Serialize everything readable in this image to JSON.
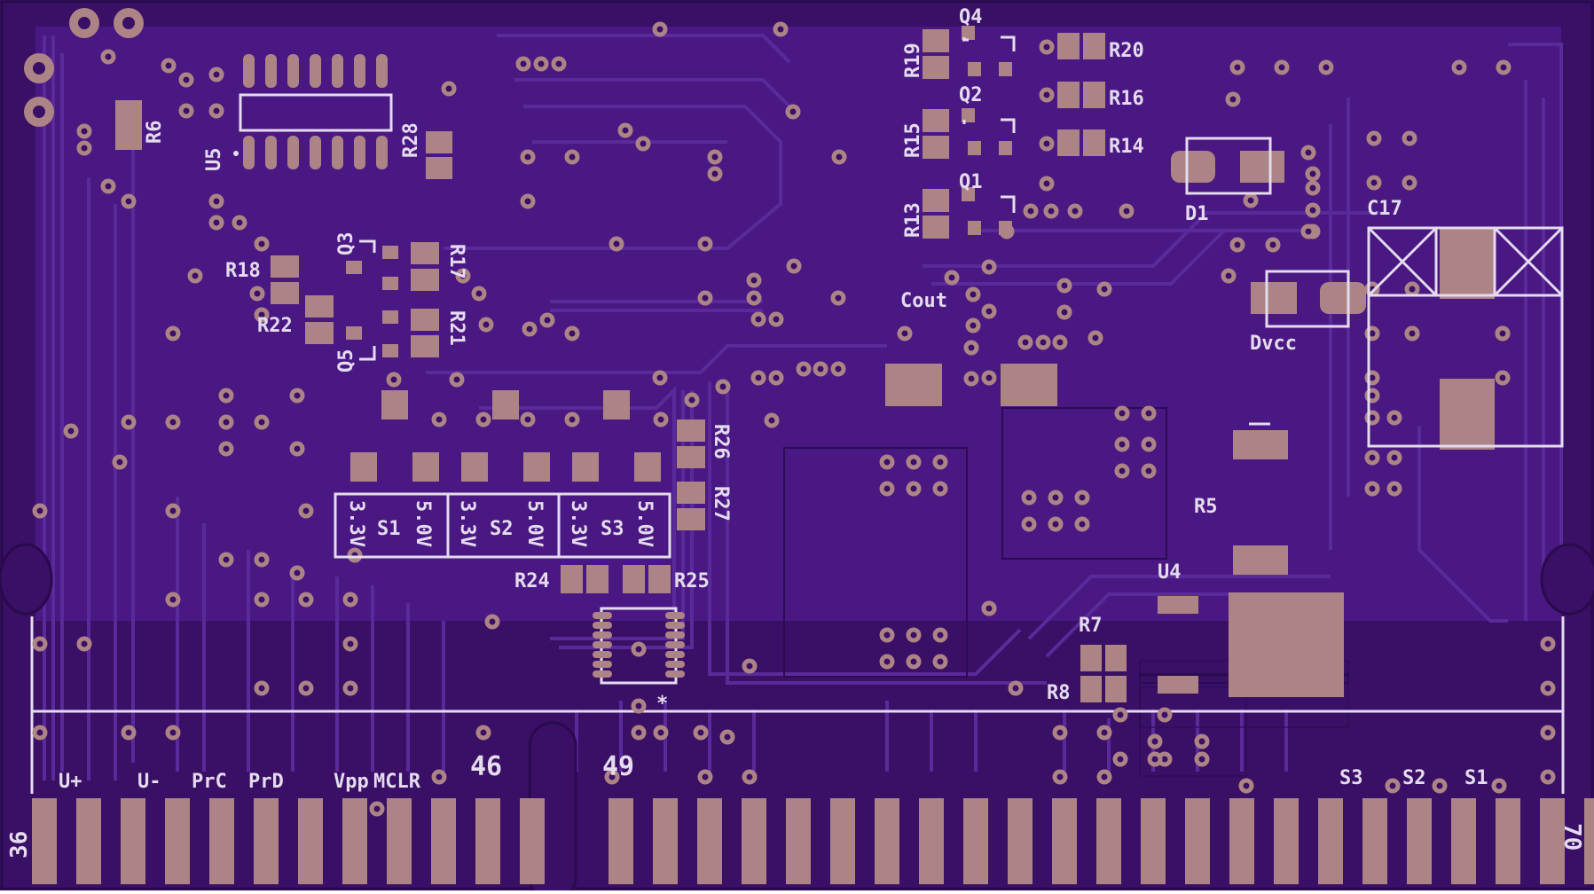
{
  "colors": {
    "substrate": "#3a0f66",
    "copper": "#4c1a86",
    "trace": "#562294",
    "pad": "#ad8486",
    "silk": "#e4dcee",
    "hole": "#3a0f66",
    "background": "#ffffff"
  },
  "labels": {
    "U5": "U5",
    "R6": "R6",
    "R28": "R28",
    "R19": "R19",
    "R20": "R20",
    "Q4": "Q4",
    "Q2": "Q2",
    "R15": "R15",
    "R16": "R16",
    "R14": "R14",
    "Q1": "Q1",
    "R13": "R13",
    "D1": "D1",
    "C17": "C17",
    "Q3": "Q3",
    "R17": "R17",
    "R18": "R18",
    "R22": "R22",
    "R21": "R21",
    "Q5": "Q5",
    "Cout": "Cout",
    "Dvcc": "Dvcc",
    "R26": "R26",
    "R27": "R27",
    "R24": "R24",
    "R25": "R25",
    "R5": "R5",
    "U4": "U4",
    "R7": "R7",
    "R8": "R8",
    "S1": "S1",
    "S2": "S2",
    "S3": "S3",
    "v33": "3.3V",
    "v50": "5.0V",
    "Uplus": "U+",
    "Uminus": "U-",
    "PrC": "PrC",
    "PrD": "PrD",
    "Vpp": "Vpp",
    "MCLR": "MCLR",
    "pin46": "46",
    "pin49": "49",
    "pin36": "36",
    "pin70": "70",
    "S3b": "S3",
    "S2b": "S2",
    "S1b": "S1",
    "star": "*"
  }
}
